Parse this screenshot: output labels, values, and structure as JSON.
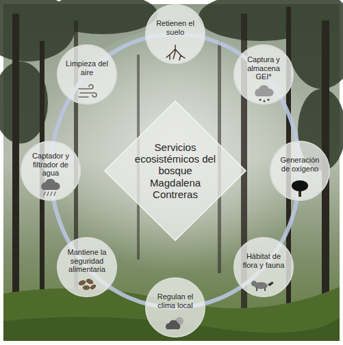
{
  "diagram": {
    "nodes": [
      {
        "text": [
          "Servicios ecosistémicos del bosque Magdalena Contreras"
        ]
      },
      {
        "text": [
          "Retienen el suelo"
        ]
      },
      {
        "text": [
          "Captura y almacena GEI*"
        ]
      },
      {
        "text": [
          "Generación de oxígeno"
        ]
      },
      {
        "text": [
          "Hábitat de flora y fauna"
        ]
      },
      {
        "text": [
          "Regulan el clima local"
        ]
      },
      {
        "text": [
          "Mantiene la seguridad alimentaria"
        ]
      },
      {
        "text": [
          "Captador y filtrador de agua"
        ]
      },
      {
        "text": [
          "Limpieza del aire"
        ]
      }
    ]
  }
}
